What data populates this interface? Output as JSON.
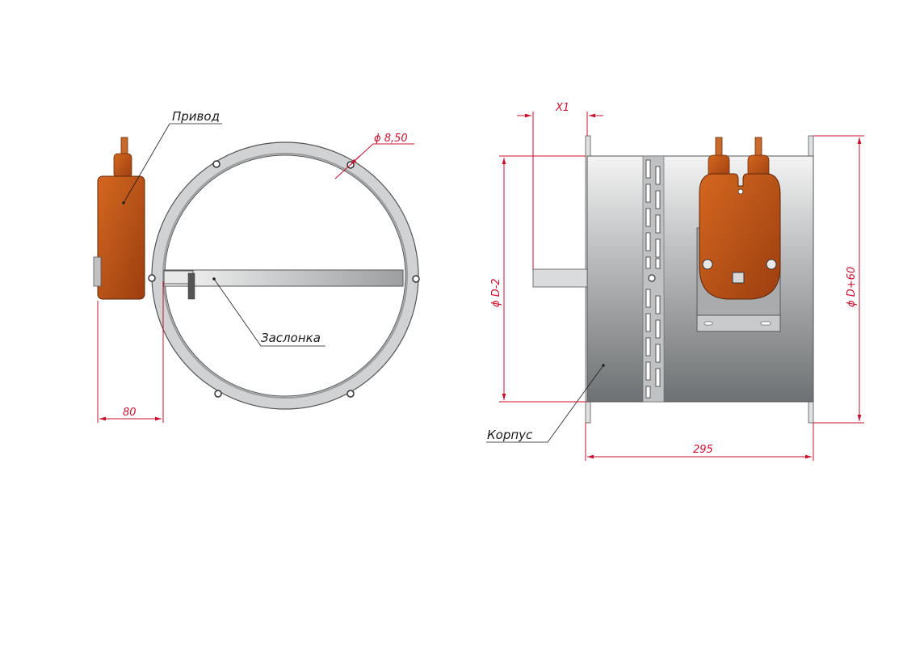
{
  "labels": {
    "actuator": "Привод",
    "damper": "Заслонка",
    "housing": "Корпус"
  },
  "dimensions": {
    "hole": "ϕ 8,50",
    "actuator_offset": "80",
    "x1": "X1",
    "inner_diameter": "ϕ D-2",
    "outer_diameter": "ϕ D+60",
    "length": "295"
  },
  "colors": {
    "dimension": "#c8102e",
    "actuator_body": "#c45a1c",
    "flange": "#cfd1d2",
    "housing": "#c9cbcc"
  }
}
